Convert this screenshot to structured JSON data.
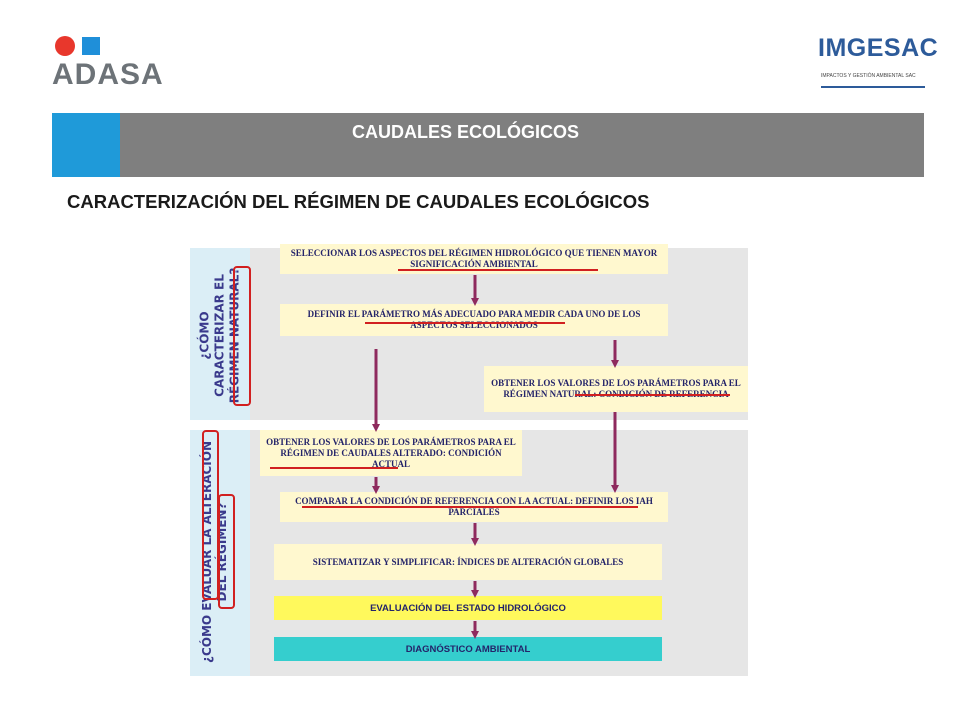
{
  "logos": {
    "left": "ADASA",
    "right": "IMGESAC",
    "right_tagline": "IMPACTOS Y GESTIÓN AMBIENTAL SAC"
  },
  "header": {
    "title": "CAUDALES ECOLÓGICOS"
  },
  "subtitle": "CARACTERIZACIÓN DEL RÉGIMEN DE CAUDALES ECOLÓGICOS",
  "diagram": {
    "side_top": {
      "line1": "¿CÓMO",
      "line2": "CARACTERIZAR EL",
      "line3": "RÉGIMEN NATURAL?"
    },
    "side_bottom": {
      "line1": "¿CÓMO EVALUAR LA ALTERACIÓN",
      "line2": "DEL RÉGIMEN?"
    },
    "boxes": {
      "select_aspects": "SELECCIONAR LOS ASPECTOS DEL RÉGIMEN HIDROLÓGICO QUE TIENEN MAYOR SIGNIFICACIÓN AMBIENTAL",
      "define_parameter": "DEFINIR EL PARÁMETRO MÁS ADECUADO PARA MEDIR CADA UNO DE LOS ASPECTOS SELECCIONADOS",
      "natural_values": "OBTENER LOS VALORES DE LOS PARÁMETROS PARA EL RÉGIMEN NATURAL: CONDICIÓN DE REFERENCIA",
      "altered_values": "OBTENER LOS VALORES DE LOS PARÁMETROS PARA EL RÉGIMEN DE CAUDALES ALTERADO: CONDICIÓN ACTUAL",
      "compare": "COMPARAR LA CONDICIÓN DE REFERENCIA CON LA ACTUAL: DEFINIR LOS IAH PARCIALES",
      "systematize": "SISTEMATIZAR Y SIMPLIFICAR: ÍNDICES DE ALTERACIÓN GLOBALES",
      "hydrological_state": "EVALUACIÓN DEL ESTADO HIDROLÓGICO",
      "diagnosis": "DIAGNÓSTICO AMBIENTAL"
    }
  },
  "colors": {
    "banner_gray": "#7f7f7f",
    "banner_blue": "#1f9ad9",
    "arrow": "#8e2a5e",
    "highlight_red": "#d12020",
    "cream_box": "#fff8cf",
    "yellow_box": "#fff95c",
    "cyan_box": "#35cece"
  }
}
